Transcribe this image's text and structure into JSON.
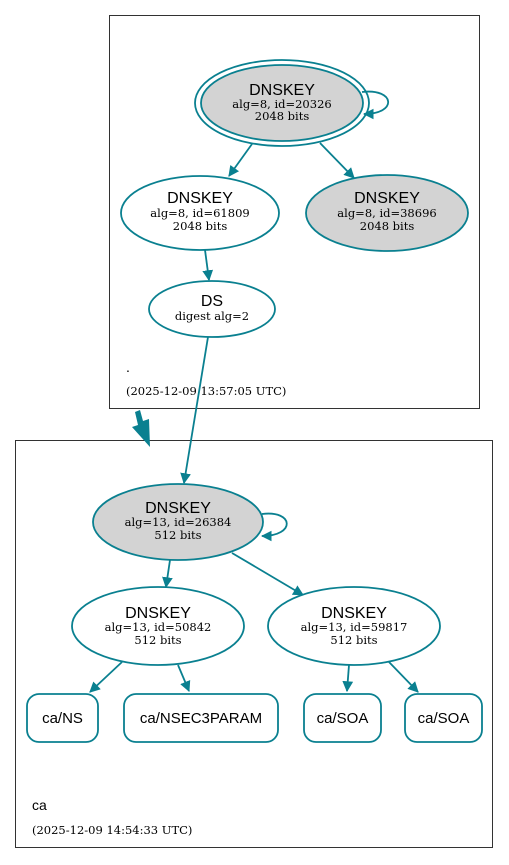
{
  "colors": {
    "edge": "#0a8090",
    "node_stroke": "#0a8090",
    "key_fill_gray": "#d3d3d3",
    "key_fill_white": "#ffffff",
    "zone_border": "#000000"
  },
  "zones": {
    "root": {
      "name": ".",
      "timestamp": "(2025-12-09 13:57:05 UTC)"
    },
    "ca": {
      "name": "ca",
      "timestamp": "(2025-12-09 14:54:33 UTC)"
    }
  },
  "nodes": {
    "root_ksk": {
      "title": "DNSKEY",
      "line1": "alg=8, id=20326",
      "line2": "2048 bits",
      "fill": "gray",
      "double_border": true
    },
    "root_zsk1": {
      "title": "DNSKEY",
      "line1": "alg=8, id=61809",
      "line2": "2048 bits",
      "fill": "white"
    },
    "root_zsk2": {
      "title": "DNSKEY",
      "line1": "alg=8, id=38696",
      "line2": "2048 bits",
      "fill": "gray"
    },
    "ds": {
      "title": "DS",
      "line1": "digest alg=2",
      "fill": "white"
    },
    "ca_ksk": {
      "title": "DNSKEY",
      "line1": "alg=13, id=26384",
      "line2": "512 bits",
      "fill": "gray"
    },
    "ca_zsk1": {
      "title": "DNSKEY",
      "line1": "alg=13, id=50842",
      "line2": "512 bits",
      "fill": "white"
    },
    "ca_zsk2": {
      "title": "DNSKEY",
      "line1": "alg=13, id=59817",
      "line2": "512 bits",
      "fill": "white"
    },
    "rr_ns": {
      "label": "ca/NS"
    },
    "rr_nsec3param": {
      "label": "ca/NSEC3PARAM"
    },
    "rr_soa1": {
      "label": "ca/SOA"
    },
    "rr_soa2": {
      "label": "ca/SOA"
    }
  }
}
